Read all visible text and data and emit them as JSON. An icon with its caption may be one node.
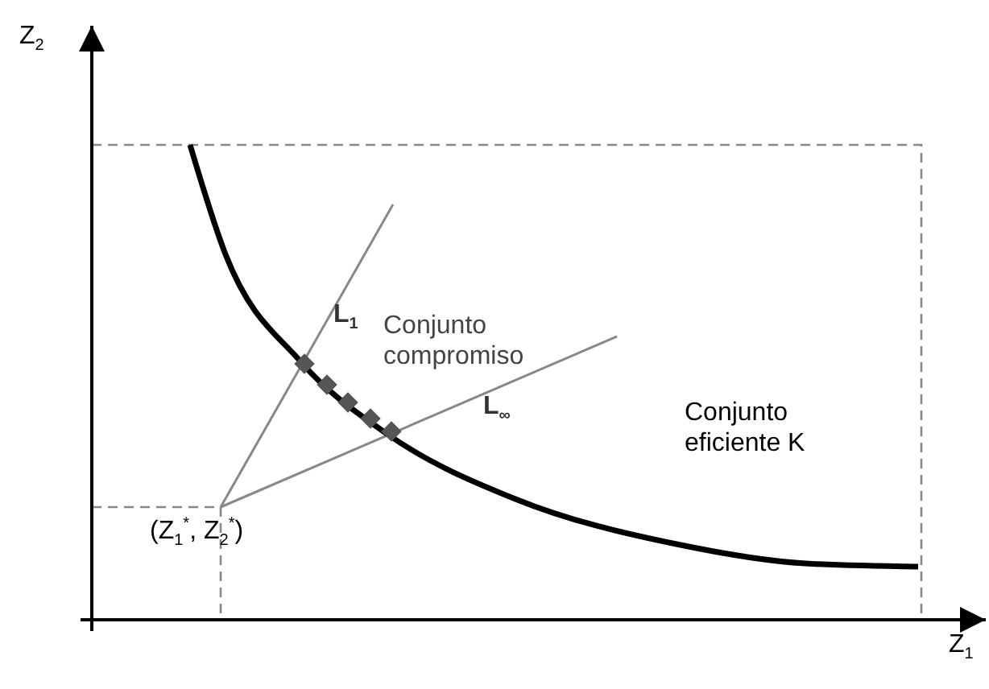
{
  "diagram": {
    "labels": [
      "Z$_{2}$",
      "L$_{1}$",
      "Conjunto compromiso",
      "L$_{∞}$",
      "Conjunto eficiente K",
      "(Z$_{1}$$^{*}$, Z$_{2}$$^{*}$)",
      "Z$_{1}$"
    ]
  }
}
